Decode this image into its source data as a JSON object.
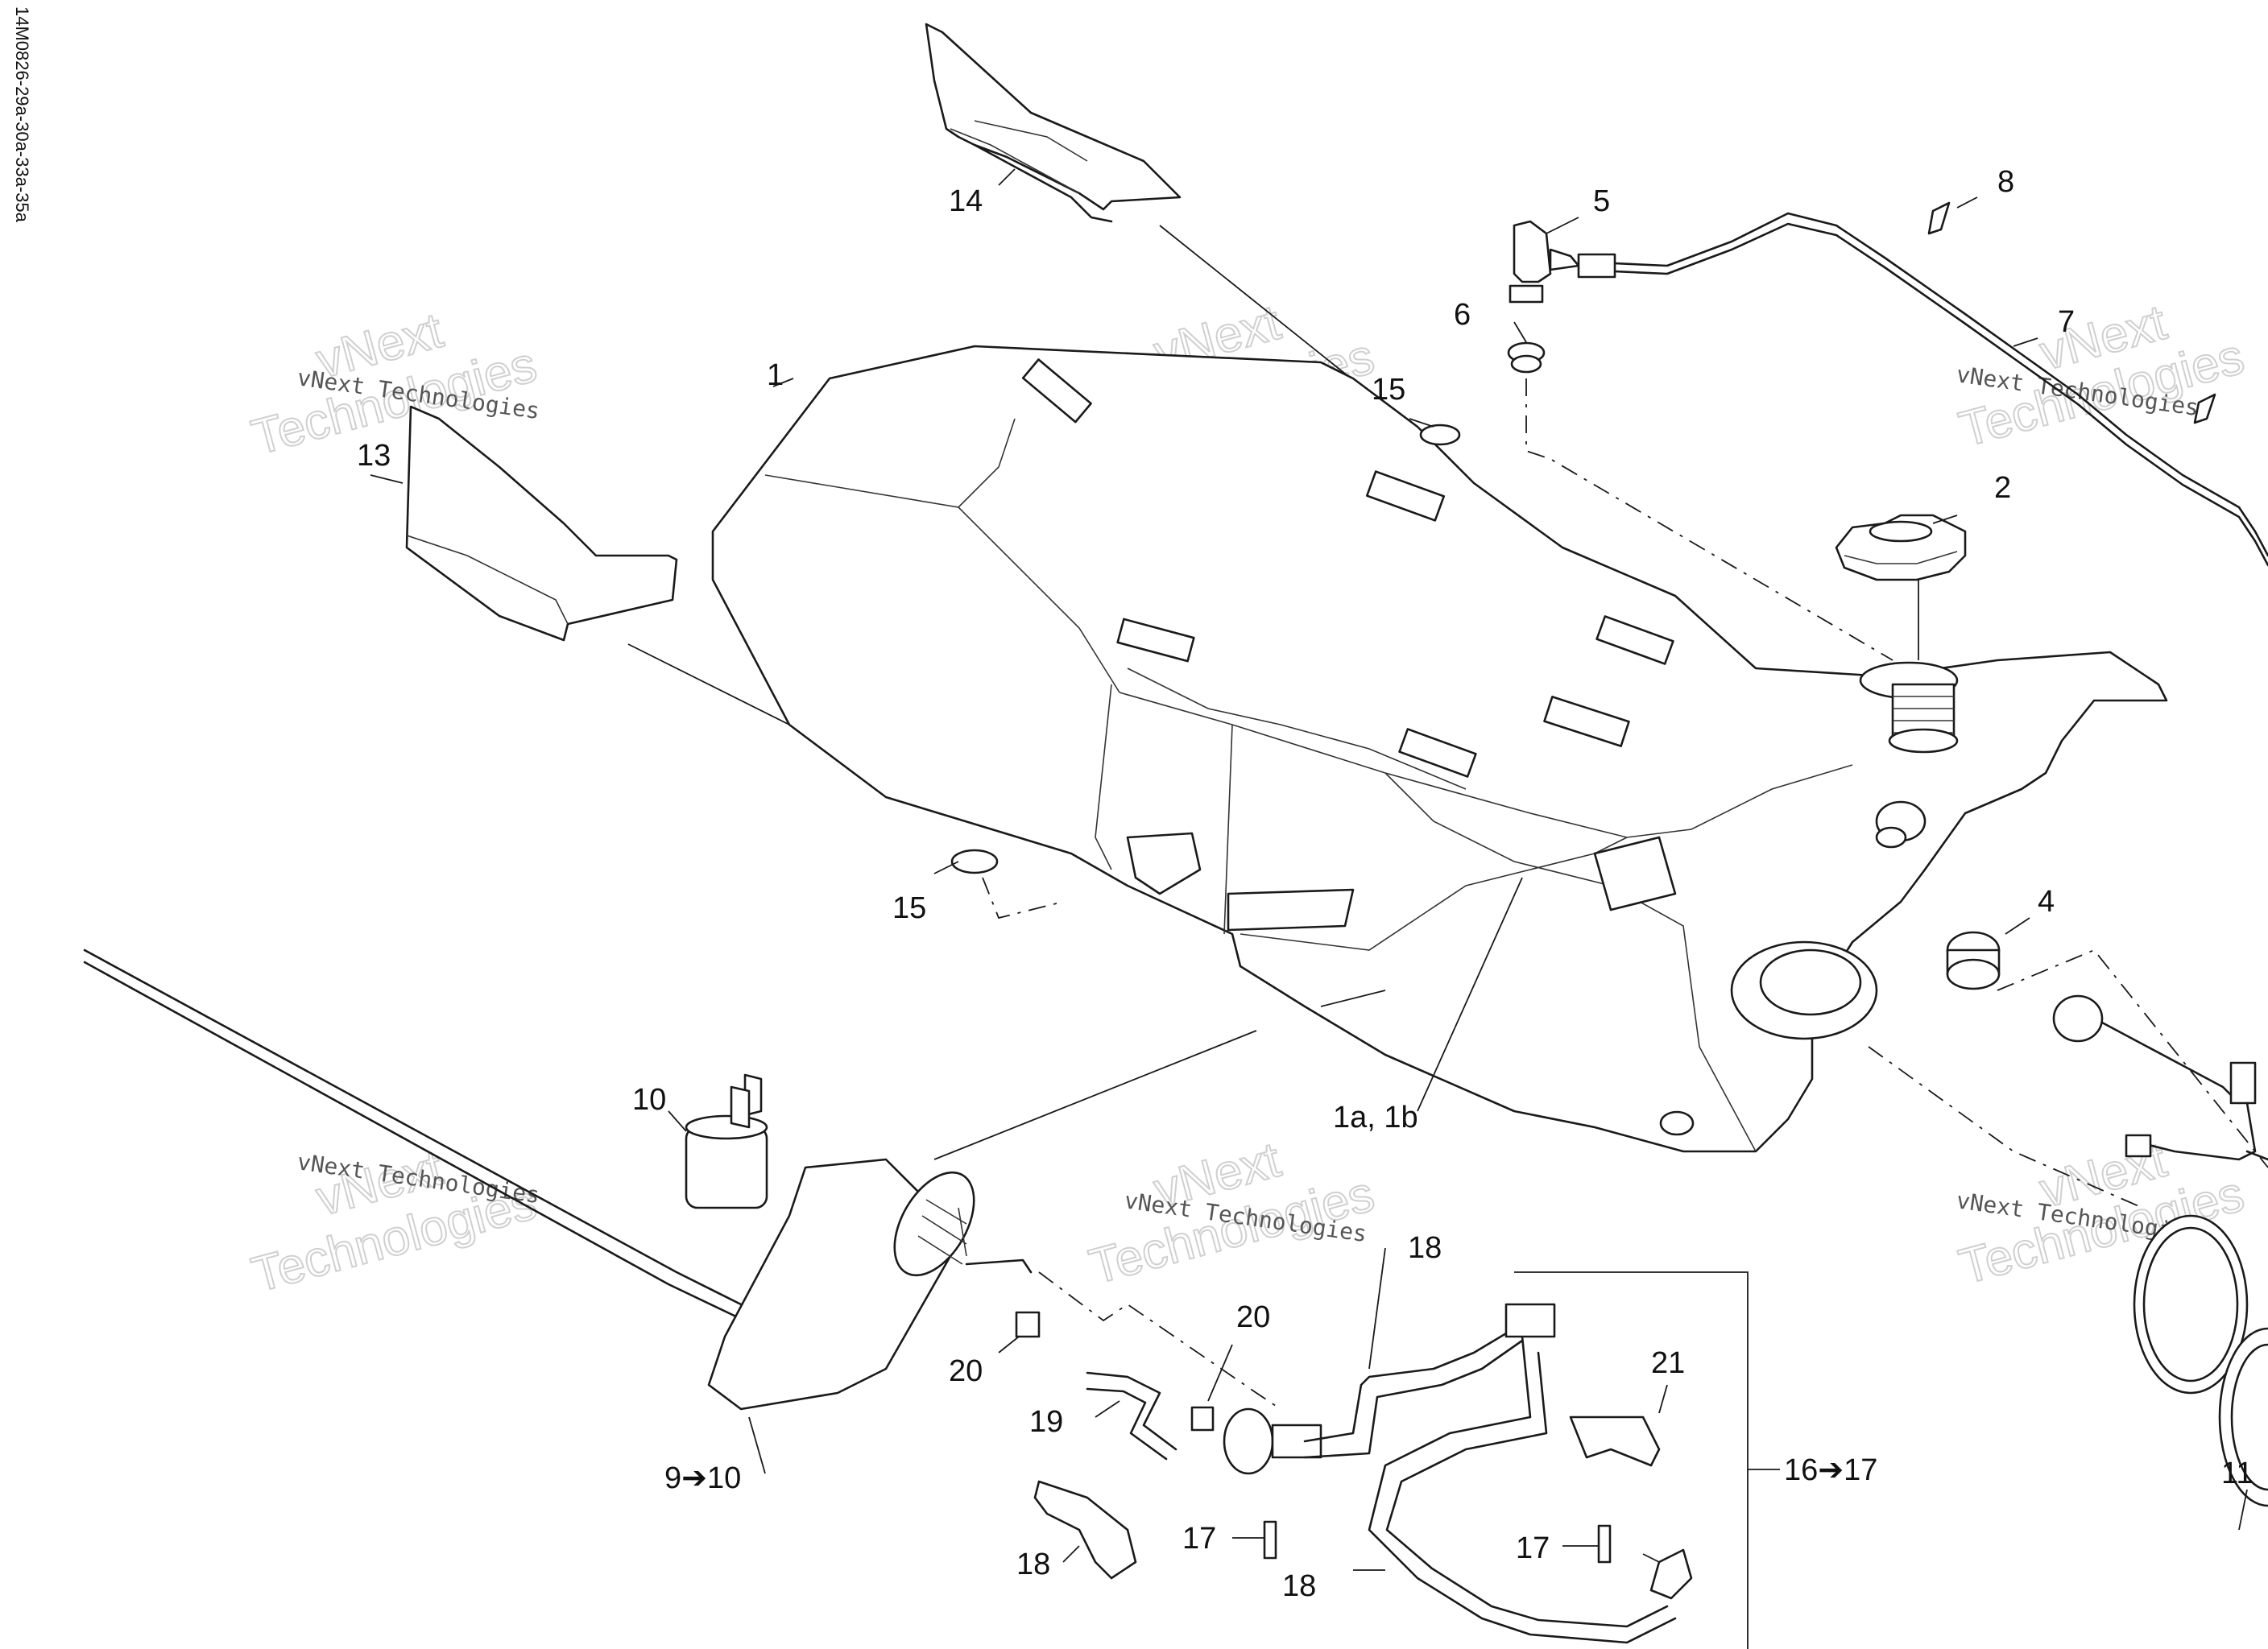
{
  "reference_code": "14M0826-29a-30a-33a-35a",
  "watermark": {
    "line1": "vNext Technologies",
    "big1": "vNext",
    "big2": "Technologies"
  },
  "callouts": {
    "c1": "1",
    "c1a1b": "1a, 1b",
    "c2": "2",
    "c4": "4",
    "c5": "5",
    "c6": "6",
    "c7": "7",
    "c8": "8",
    "c9to10": "9➔10",
    "c10": "10",
    "c11": "11",
    "c13": "13",
    "c14": "14",
    "c15a": "15",
    "c15b": "15",
    "c16to17": "16➔17",
    "c17a": "17",
    "c17b": "17",
    "c18a": "18",
    "c18b": "18",
    "c18c": "18",
    "c19": "19",
    "c20a": "20",
    "c20b": "20",
    "c21": "21"
  }
}
